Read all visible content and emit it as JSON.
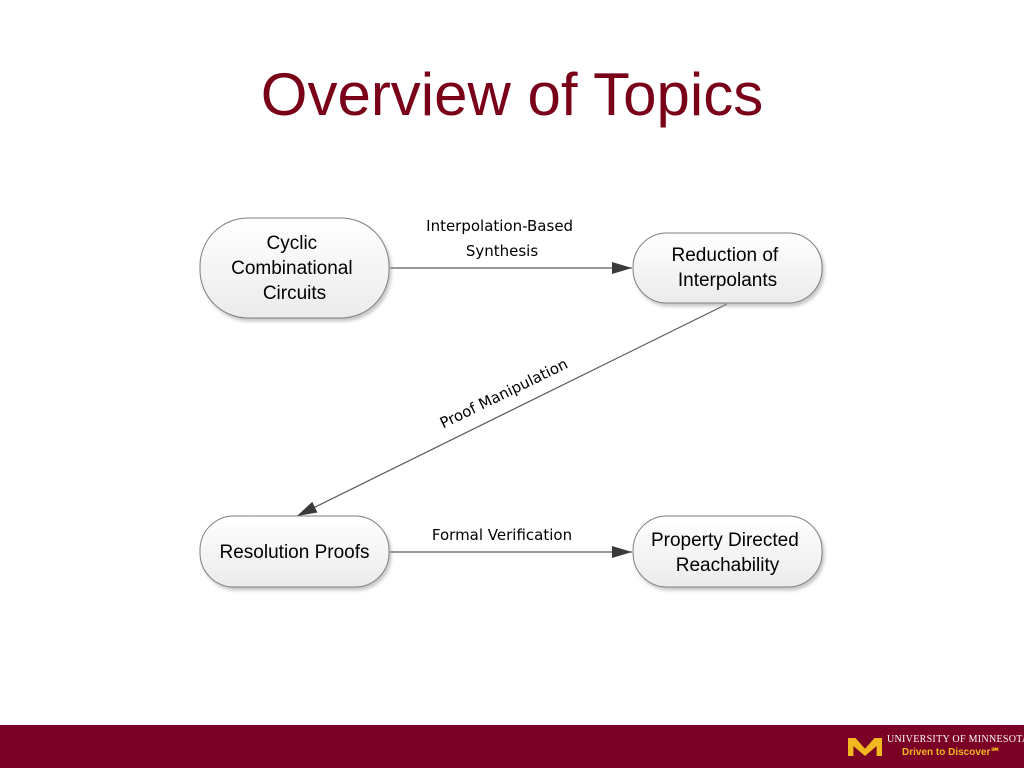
{
  "slide": {
    "title": "Overview of Topics"
  },
  "diagram": {
    "nodes": {
      "cyclic": {
        "lines": [
          "Cyclic",
          "Combinational",
          "Circuits"
        ]
      },
      "reduction": {
        "lines": [
          "Reduction of",
          "Interpolants"
        ]
      },
      "resolution": {
        "lines": [
          "Resolution Proofs"
        ]
      },
      "pdr": {
        "lines": [
          "Property Directed",
          "Reachability"
        ]
      }
    },
    "edges": {
      "interpolation": {
        "lines": [
          "Interpolation-Based",
          "Synthesis"
        ]
      },
      "proof": {
        "lines": [
          "Proof Manipulation"
        ]
      },
      "formal": {
        "lines": [
          "Formal Verification"
        ]
      }
    }
  },
  "footer": {
    "university": "UNIVERSITY OF MINNESOTA",
    "tagline": "Driven to Discover℠",
    "colors": {
      "bar": "#7a0026",
      "gold": "#f2b81f",
      "title": "#7a0019"
    }
  }
}
